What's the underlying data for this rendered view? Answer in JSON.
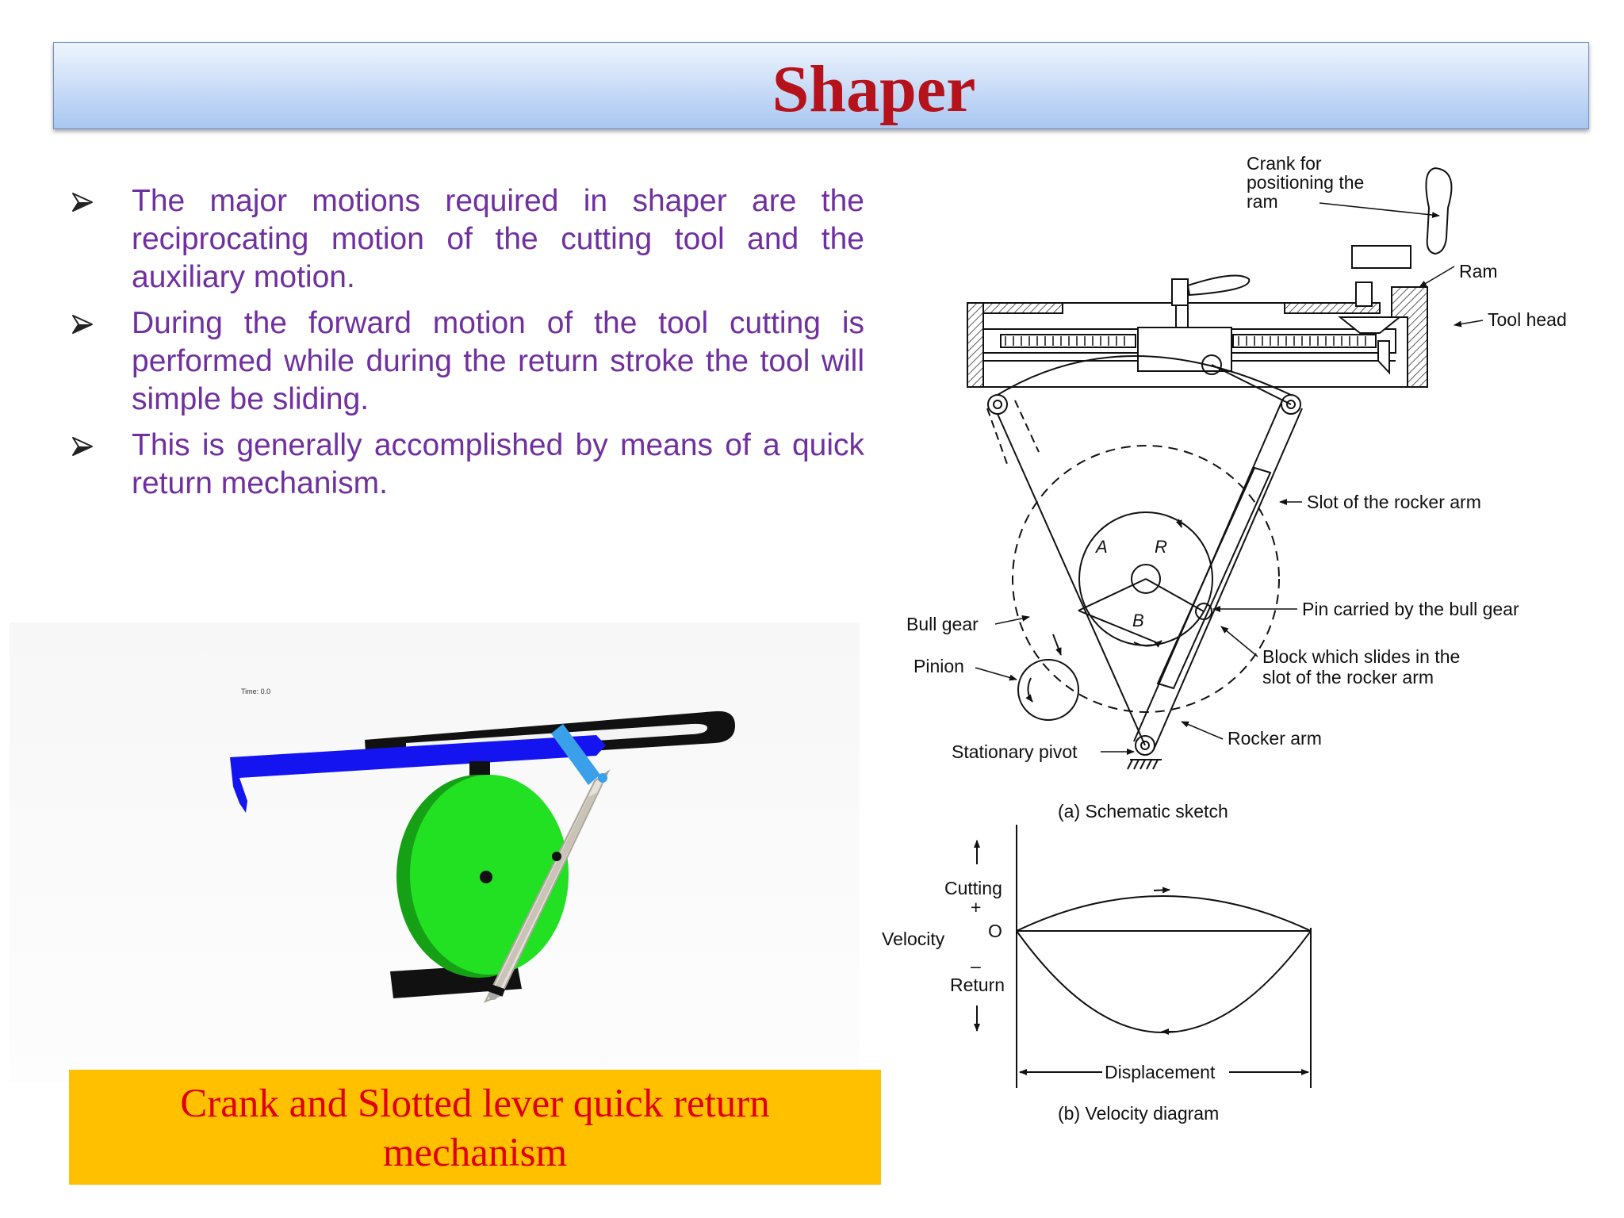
{
  "title": "Shaper",
  "bullets": [
    "The major motions required in shaper are the reciprocating motion of the cutting tool and the auxiliary motion.",
    "During the forward motion of the tool cutting is performed while during the return stroke the tool will simple be sliding.",
    "This is generally accomplished by means of a quick return mechanism."
  ],
  "animation": {
    "time_label": "Time: 0.0"
  },
  "caption": {
    "line1": "Crank and Slotted lever quick return",
    "line2": "mechanism"
  },
  "schematic": {
    "labels": {
      "crank_line1": "Crank for",
      "crank_line2": "positioning the",
      "crank_line3": "ram",
      "ram": "Ram",
      "tool_head": "Tool head",
      "slot": "Slot of the rocker arm",
      "pin": "Pin carried by the bull gear",
      "block_line1": "Block which slides in the",
      "block_line2": "slot of the rocker arm",
      "rocker_arm": "Rocker arm",
      "bull_gear": "Bull gear",
      "pinion": "Pinion",
      "stationary_pivot": "Stationary pivot",
      "a": "A",
      "r": "R",
      "b": "B"
    },
    "caption": "(a) Schematic sketch"
  },
  "velocity_diagram": {
    "cutting": "Cutting",
    "plus": "+",
    "origin": "O",
    "velocity": "Velocity",
    "minus": "–",
    "return": "Return",
    "displacement": "Displacement",
    "caption": "(b) Velocity diagram"
  },
  "colors": {
    "title": "#b5121b",
    "bullet_text": "#7030a0",
    "caption_bg": "#ffc000",
    "caption_text": "#e00000",
    "ram_blue": "#1414f0",
    "gear_green": "#22e022",
    "crank_lightblue": "#3aa0ea"
  }
}
